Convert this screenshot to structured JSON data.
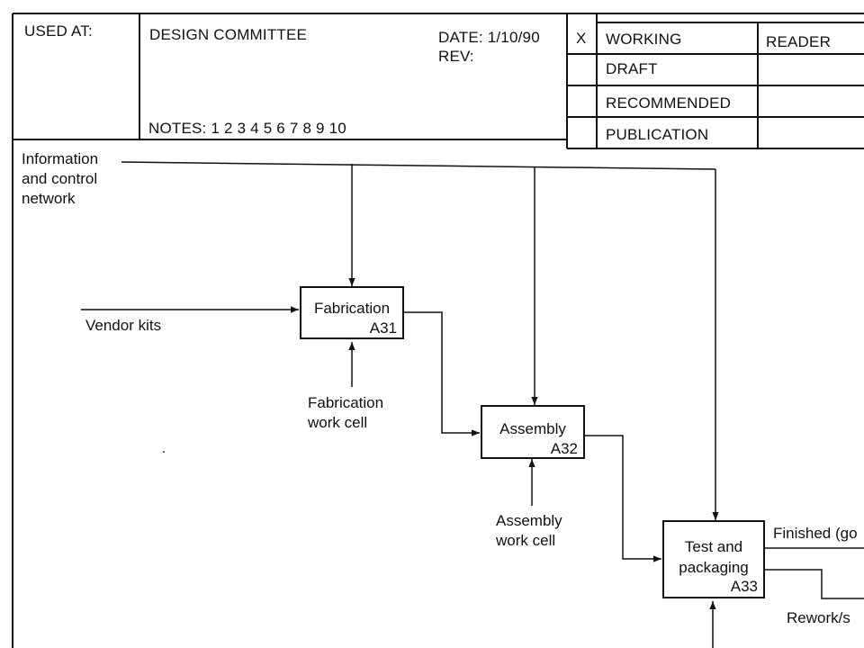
{
  "header": {
    "used_at": "USED AT:",
    "project": "DESIGN COMMITTEE",
    "date": "DATE: 1/10/90",
    "rev": "REV:",
    "notes": "NOTES: 1 2 3 4 5 6 7 8 9 10",
    "mark": "X",
    "status": [
      "WORKING",
      "DRAFT",
      "RECOMMENDED",
      "PUBLICATION"
    ],
    "reader": "READER"
  },
  "diagram": {
    "boxes": [
      {
        "name": "Fabrication",
        "node": "A31"
      },
      {
        "name": "Assembly",
        "node": "A32"
      },
      {
        "name": "Test and packaging",
        "name_lines": [
          "Test and",
          "packaging"
        ],
        "node": "A33"
      }
    ],
    "labels": {
      "info_network": [
        "Information",
        "and control",
        "network"
      ],
      "vendor_kits": "Vendor kits",
      "fab_cell": [
        "Fabrication",
        "work cell"
      ],
      "asm_cell": [
        "Assembly",
        "work cell"
      ],
      "finished": "Finished (go",
      "rework": "Rework/s"
    }
  }
}
